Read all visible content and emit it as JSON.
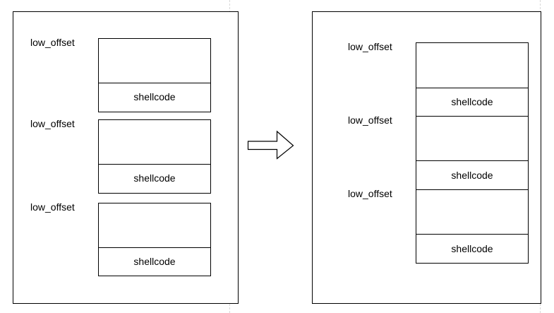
{
  "left_panel": {
    "groups": [
      {
        "label": "low_offset",
        "code": "shellcode"
      },
      {
        "label": "low_offset",
        "code": "shellcode"
      },
      {
        "label": "low_offset",
        "code": "shellcode"
      }
    ]
  },
  "right_panel": {
    "groups": [
      {
        "label": "low_offset",
        "code": "shellcode"
      },
      {
        "label": "low_offset",
        "code": "shellcode"
      },
      {
        "label": "low_offset",
        "code": "shellcode"
      }
    ]
  },
  "arrow_icon": "right-arrow-icon"
}
